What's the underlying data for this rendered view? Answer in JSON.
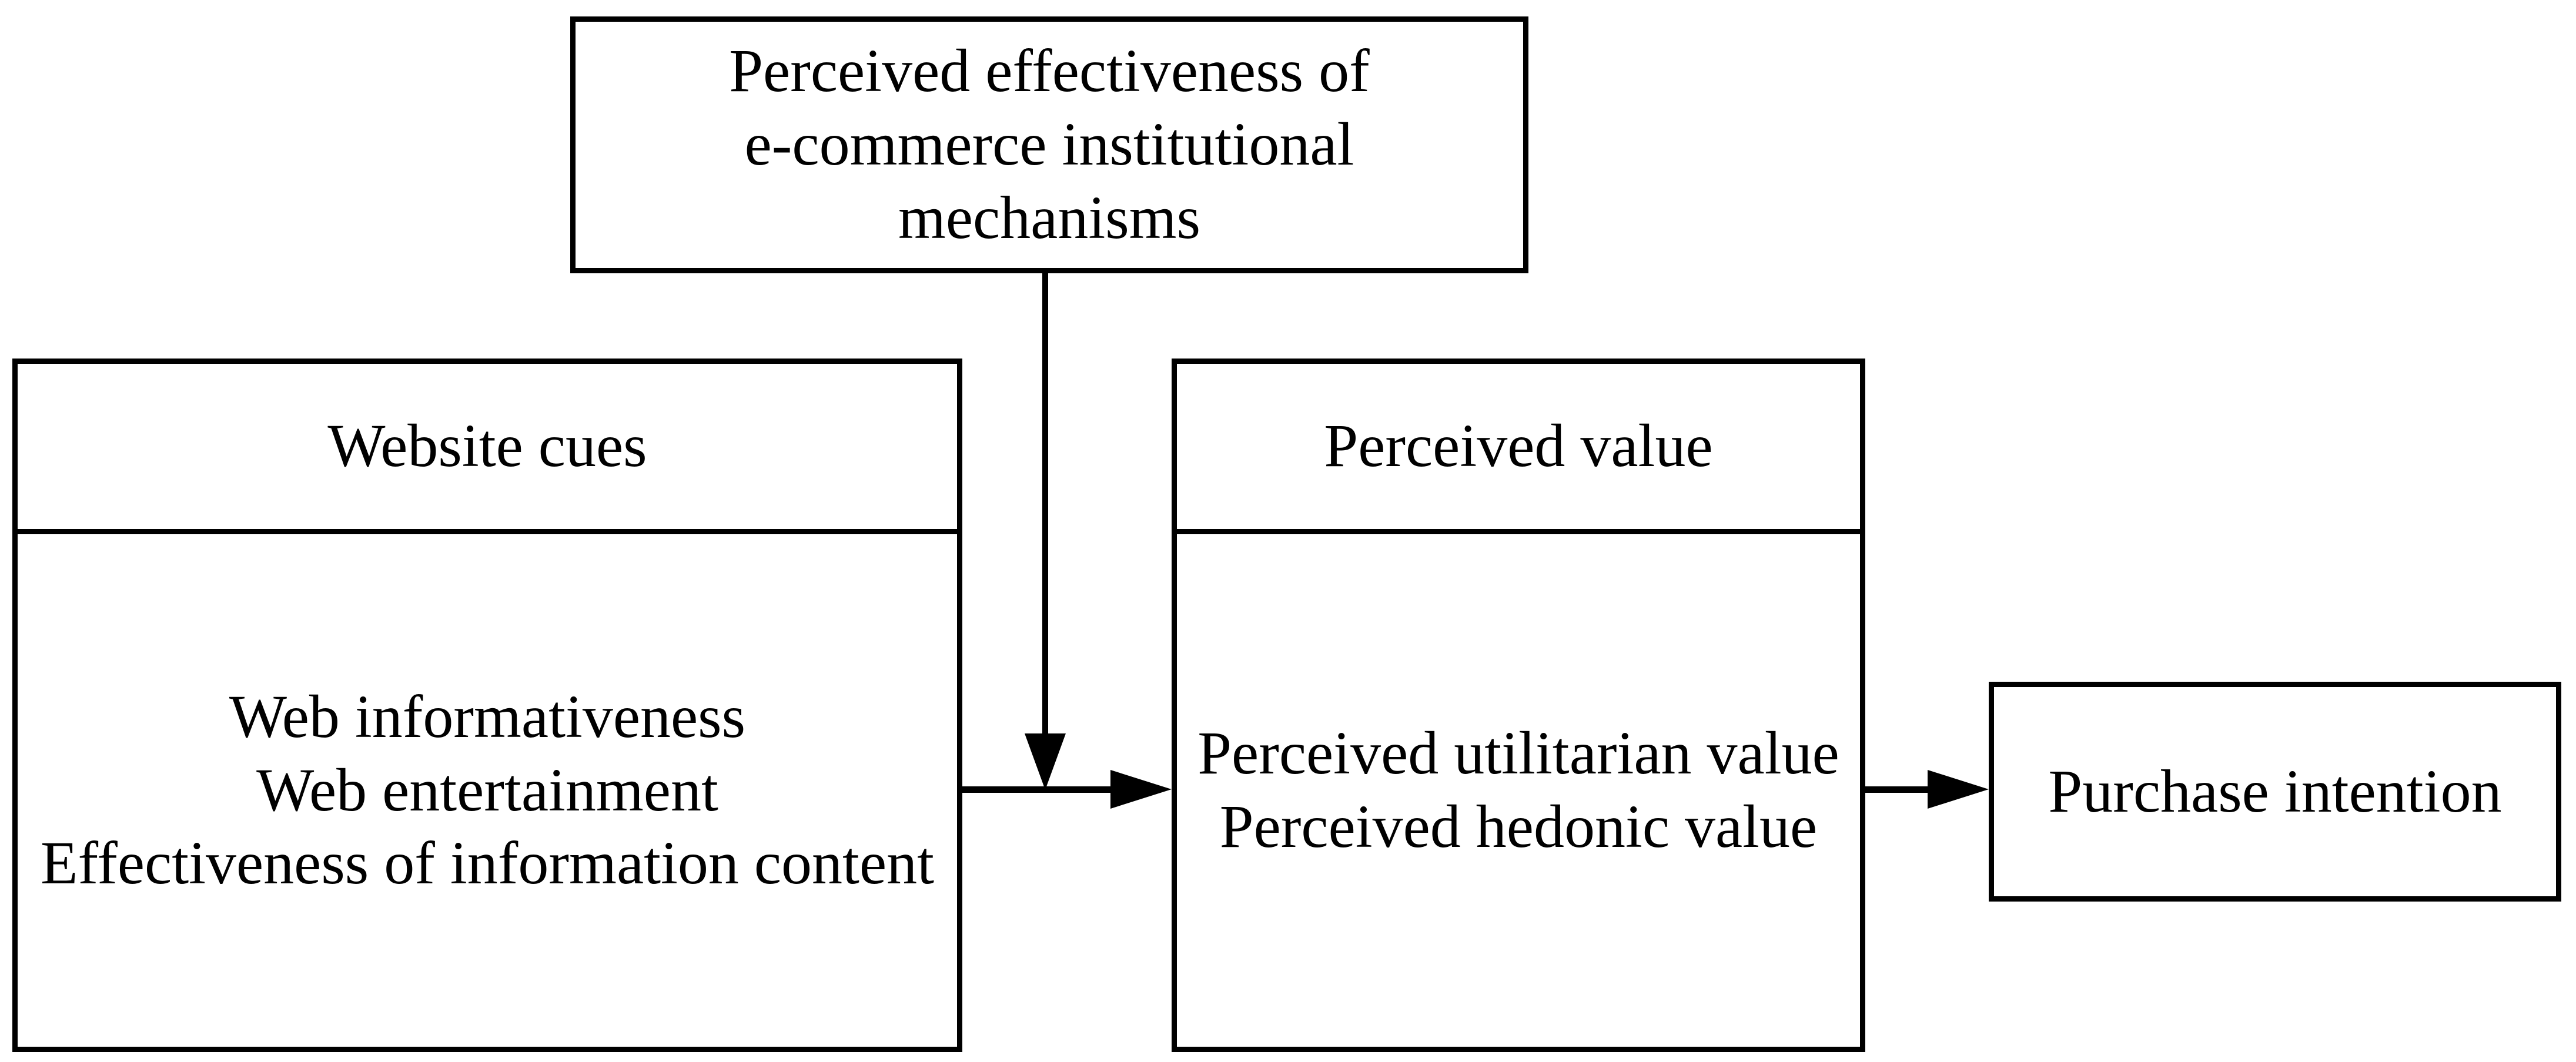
{
  "diagram": {
    "colors": {
      "line": "#000000",
      "background": "#ffffff",
      "text": "#000000"
    },
    "institutional_box": {
      "lines": [
        "Perceived effectiveness of",
        "e-commerce institutional",
        "mechanisms"
      ]
    },
    "website_cues_box": {
      "header": "Website cues",
      "items": [
        "Web informativeness",
        "Web entertainment",
        "Effectiveness of information content"
      ]
    },
    "perceived_value_box": {
      "header": "Perceived value",
      "items": [
        "Perceived utilitarian value",
        "Perceived hedonic value"
      ]
    },
    "purchase_intention_box": {
      "label": "Purchase intention"
    },
    "arrows": [
      {
        "from": "institutional-mechanisms-box",
        "to": "website-cues-to-perceived-value-arrow"
      },
      {
        "from": "website-cues-box",
        "to": "perceived-value-box"
      },
      {
        "from": "perceived-value-box",
        "to": "purchase-intention-box"
      }
    ]
  }
}
